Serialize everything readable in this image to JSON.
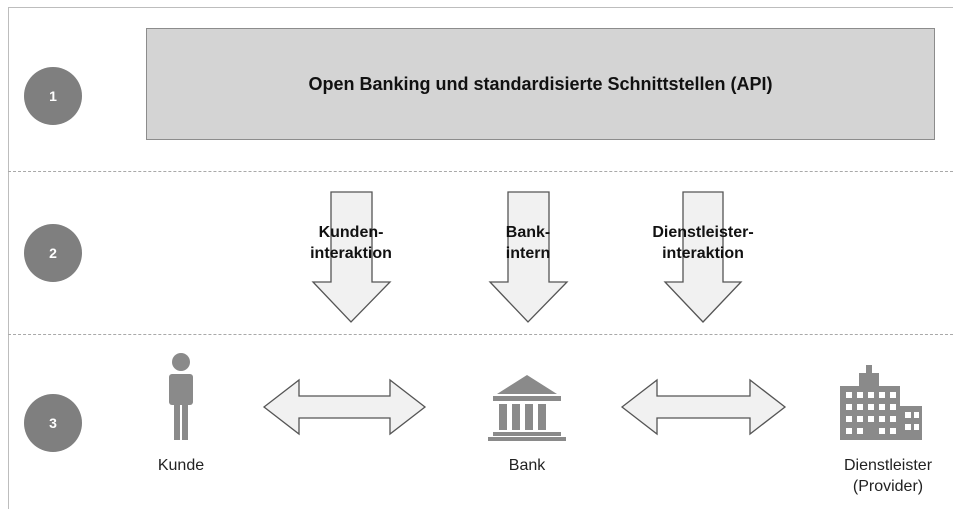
{
  "levels": [
    {
      "number": "1"
    },
    {
      "number": "2"
    },
    {
      "number": "3"
    }
  ],
  "api_box": {
    "title": "Open Banking und standardisierte Schnittstellen (API)"
  },
  "arrows_down": [
    {
      "line1": "Kunden-",
      "line2": "interaktion"
    },
    {
      "line1": "Bank-",
      "line2": "intern"
    },
    {
      "line1": "Dienstleister-",
      "line2": "interaktion"
    }
  ],
  "actors": {
    "customer": {
      "label": "Kunde",
      "icon": "person-icon"
    },
    "bank": {
      "label": "Bank",
      "icon": "bank-icon"
    },
    "provider": {
      "label_line1": "Dienstleister",
      "label_line2": "(Provider)",
      "icon": "office-building-icon"
    }
  },
  "colors": {
    "circle": "#7f7f7f",
    "api_box": "#d4d4d4",
    "arrow_fill": "#f1f1f1",
    "icon": "#8a8a8a"
  }
}
